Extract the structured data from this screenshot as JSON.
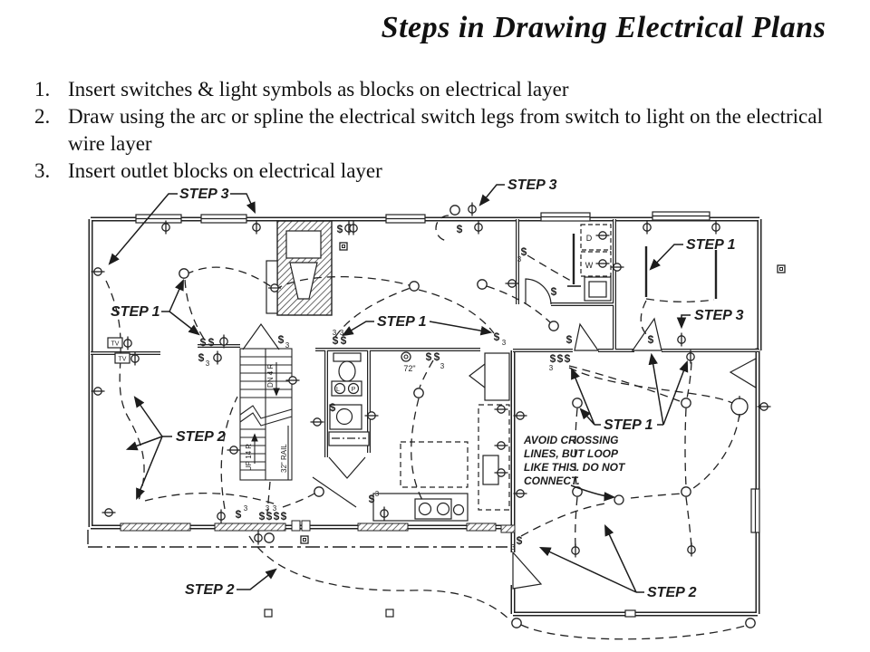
{
  "slide": {
    "title": "Steps in Drawing Electrical Plans",
    "bullets": [
      {
        "num": "1.",
        "text": "Insert switches & light symbols as blocks on electrical layer"
      },
      {
        "num": "2.",
        "text": "Draw using the arc or spline the electrical switch legs from switch to light on the electrical wire layer"
      },
      {
        "num": "3.",
        "text": "Insert outlet blocks on electrical layer"
      }
    ]
  },
  "plan": {
    "step_labels": {
      "step1": "STEP 1",
      "step2": "STEP 2",
      "step3": "STEP 3"
    },
    "note": {
      "line1": "AVOID CROSSING",
      "line2": "LINES, BUT LOOP",
      "line3": "LIKE THIS. DO NOT",
      "line4": "CONNECT."
    },
    "stairs": {
      "dn": "DN 4 R",
      "up": "UP 14 R",
      "rail": "32\" RAIL"
    },
    "laundry": {
      "dryer": "D",
      "washer": "W"
    },
    "bath": {
      "l": "L",
      "p": "P"
    },
    "tv_label": "TV",
    "dim_72": "72\"",
    "sym": {
      "switch": "$",
      "three": "3"
    }
  },
  "colors": {
    "ink": "#1f1f1f",
    "paper": "#ffffff"
  }
}
